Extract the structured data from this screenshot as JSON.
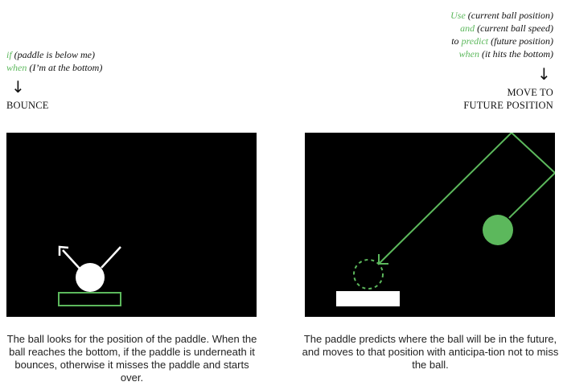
{
  "left_code": {
    "line1_kw": "if",
    "line1_rest": " (paddle is below me)",
    "line2_kw": "when",
    "line2_rest": " (I’m at the bottom)"
  },
  "left_arrow": "↓",
  "left_action": "BOUNCE",
  "right_code": {
    "line1_kw": "Use",
    "line1_rest": " (current ball position)",
    "line2_kw": "and",
    "line2_rest": " (current ball speed)",
    "line3_pre": "to ",
    "line3_kw": "predict",
    "line3_rest": " (future position)",
    "line4_kw": "when",
    "line4_rest": " (it hits the bottom)"
  },
  "right_arrow": "↓",
  "right_action": {
    "line1": "MOVE TO",
    "line2": "FUTURE POSITION"
  },
  "captions": {
    "left": "The ball looks for the position of the paddle. When the ball reaches the bottom, if the paddle is underneath it bounces, otherwise it misses the paddle and starts over.",
    "right": "The paddle predicts where the ball will be in the future, and moves to that position with anticipa-tion not to miss the ball."
  },
  "colors": {
    "accent": "#5cb85c",
    "panel": "#000000",
    "ball": "#ffffff",
    "text": "#111111"
  }
}
